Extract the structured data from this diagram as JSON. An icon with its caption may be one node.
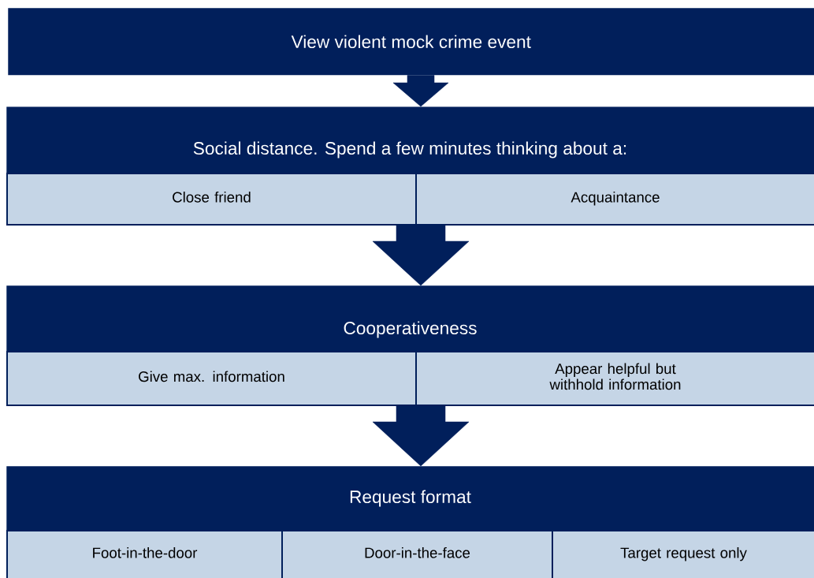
{
  "diagram": {
    "nodes": [
      {
        "text": [
          "View violent mock crime event"
        ]
      },
      {
        "text": [
          "Social distance. Spend a few minutes thinking about a:"
        ]
      },
      {
        "text": [
          "Close friend"
        ]
      },
      {
        "text": [
          "Acquaintance"
        ]
      },
      {
        "text": [
          "Cooperativeness"
        ]
      },
      {
        "text": [
          "Give max. information"
        ]
      },
      {
        "text": [
          "Appear helpful but withhold information"
        ]
      },
      {
        "text": [
          "Request format"
        ]
      },
      {
        "text": [
          "Foot-in-the-door"
        ]
      },
      {
        "text": [
          "Door-in-the-face"
        ]
      },
      {
        "text": [
          "Target request only"
        ]
      }
    ],
    "edges": [
      {
        "from": 0,
        "to": 1,
        "arrow": "to"
      },
      {
        "from": 1,
        "to": 4,
        "arrow": "to"
      },
      {
        "from": 4,
        "to": 7,
        "arrow": "to"
      }
    ]
  }
}
